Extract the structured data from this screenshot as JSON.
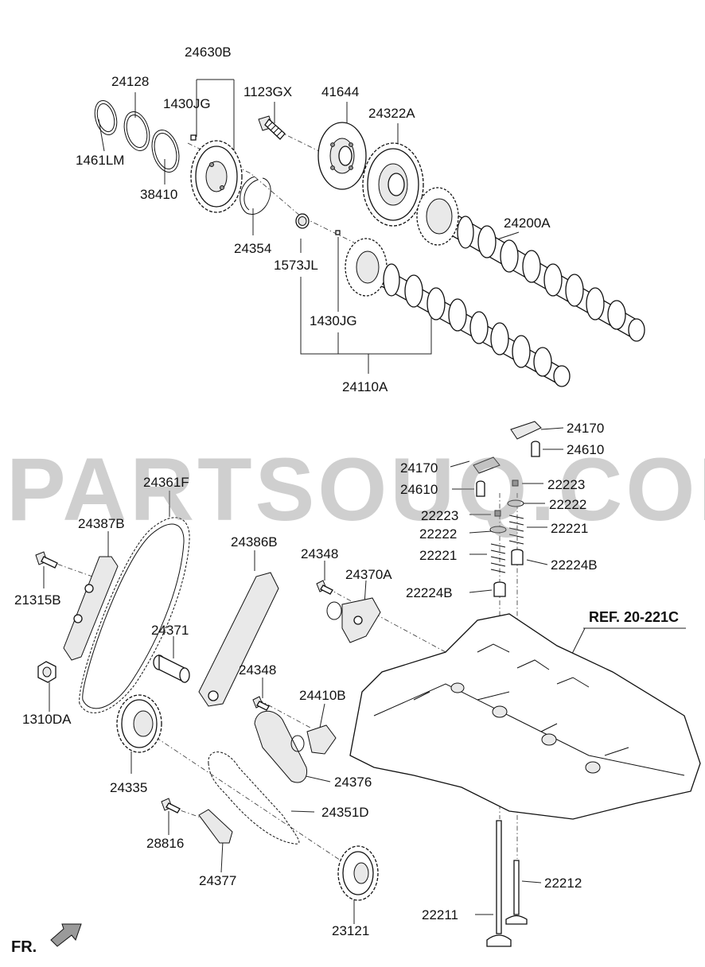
{
  "watermark": "PARTSOUQ.COM",
  "reference": "REF. 20-221C",
  "direction": "FR.",
  "parts": [
    {
      "id": "p24630B",
      "label": "24630B"
    },
    {
      "id": "p24128",
      "label": "24128"
    },
    {
      "id": "p1430JG_a",
      "label": "1430JG"
    },
    {
      "id": "p1123GX",
      "label": "1123GX"
    },
    {
      "id": "p41644",
      "label": "41644"
    },
    {
      "id": "p24322A",
      "label": "24322A"
    },
    {
      "id": "p1461LM",
      "label": "1461LM"
    },
    {
      "id": "p38410",
      "label": "38410"
    },
    {
      "id": "p24354",
      "label": "24354"
    },
    {
      "id": "p24200A",
      "label": "24200A"
    },
    {
      "id": "p1573JL",
      "label": "1573JL"
    },
    {
      "id": "p1430JG_b",
      "label": "1430JG"
    },
    {
      "id": "p24110A",
      "label": "24110A"
    },
    {
      "id": "p24170_a",
      "label": "24170"
    },
    {
      "id": "p24610_a",
      "label": "24610"
    },
    {
      "id": "p24170_b",
      "label": "24170"
    },
    {
      "id": "p22223_a",
      "label": "22223"
    },
    {
      "id": "p24610_b",
      "label": "24610"
    },
    {
      "id": "p22222_a",
      "label": "22222"
    },
    {
      "id": "p22223_b",
      "label": "22223"
    },
    {
      "id": "p22221_a",
      "label": "22221"
    },
    {
      "id": "p22222_b",
      "label": "22222"
    },
    {
      "id": "p22224B_a",
      "label": "22224B"
    },
    {
      "id": "p22221_b",
      "label": "22221"
    },
    {
      "id": "p22224B_b",
      "label": "22224B"
    },
    {
      "id": "p24361F",
      "label": "24361F"
    },
    {
      "id": "p24387B",
      "label": "24387B"
    },
    {
      "id": "p24386B",
      "label": "24386B"
    },
    {
      "id": "p24348_a",
      "label": "24348"
    },
    {
      "id": "p24370A",
      "label": "24370A"
    },
    {
      "id": "p21315B",
      "label": "21315B"
    },
    {
      "id": "p24371",
      "label": "24371"
    },
    {
      "id": "p24348_b",
      "label": "24348"
    },
    {
      "id": "p24410B",
      "label": "24410B"
    },
    {
      "id": "p1310DA",
      "label": "1310DA"
    },
    {
      "id": "p24376",
      "label": "24376"
    },
    {
      "id": "p24335",
      "label": "24335"
    },
    {
      "id": "p24351D",
      "label": "24351D"
    },
    {
      "id": "p28816",
      "label": "28816"
    },
    {
      "id": "p24377",
      "label": "24377"
    },
    {
      "id": "p22212",
      "label": "22212"
    },
    {
      "id": "p22211",
      "label": "22211"
    },
    {
      "id": "p23121",
      "label": "23121"
    }
  ]
}
